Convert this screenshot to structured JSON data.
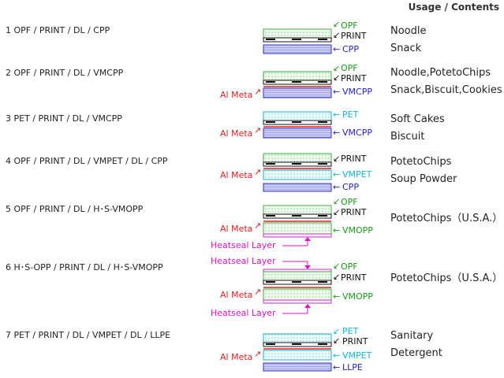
{
  "header": "Usage / Contents",
  "colors": {
    "green": "#1a9a1a",
    "blue": "#2222cc",
    "cyan": "#10b8d8",
    "red": "#e02020",
    "magenta": "#e010c8",
    "black": "#111111"
  },
  "rows": [
    {
      "label": "1 OPF / PRINT / DL / CPP",
      "usage": [
        "Noodle",
        "Snack"
      ],
      "layers": [
        "OPF",
        "PRINT",
        "CPP"
      ],
      "al_meta": ""
    },
    {
      "label": "2 OPF / PRINT / DL / VMCPP",
      "usage": [
        "Noodle,PotetoChips",
        "Snack,Biscuit,Cookies"
      ],
      "layers": [
        "OPF",
        "PRINT",
        "VMCPP"
      ],
      "al_meta": "Al Meta"
    },
    {
      "label": "3 PET / PRINT / DL / VMCPP",
      "usage": [
        "Soft Cakes",
        "Biscuit"
      ],
      "layers": [
        "PET",
        "VMCPP"
      ],
      "al_meta": "Al Meta"
    },
    {
      "label": "4 OPF / PRINT / DL / VMPET / DL / CPP",
      "usage": [
        "PotetoChips",
        "Soup Powder"
      ],
      "layers": [
        "PRINT",
        "VMPET",
        "CPP"
      ],
      "al_meta": "Al Meta"
    },
    {
      "label": "5 OPF / PRINT / DL / H･S-VMOPP",
      "usage": [
        "PotetoChips（U.S.A.）"
      ],
      "layers": [
        "OPF",
        "PRINT",
        "VMOPP"
      ],
      "al_meta": "Al Meta",
      "heatseal": [
        "Heatseal Layer"
      ]
    },
    {
      "label": "6 H･S-OPP / PRINT / DL / H･S-VMOPP",
      "usage": [
        "PotetoChips（U.S.A.）"
      ],
      "layers": [
        "OPF",
        "PRINT",
        "VMOPP"
      ],
      "al_meta": "Al Meta",
      "heatseal": [
        "Heatseal Layer",
        "Heatseal Layer"
      ]
    },
    {
      "label": "7 PET / PRINT / DL / VMPET / DL / LLPE",
      "usage": [
        "Sanitary",
        "Detergent"
      ],
      "layers": [
        "PET",
        "PRINT",
        "VMPET",
        "LLPE"
      ],
      "al_meta": "Al Meta"
    }
  ]
}
